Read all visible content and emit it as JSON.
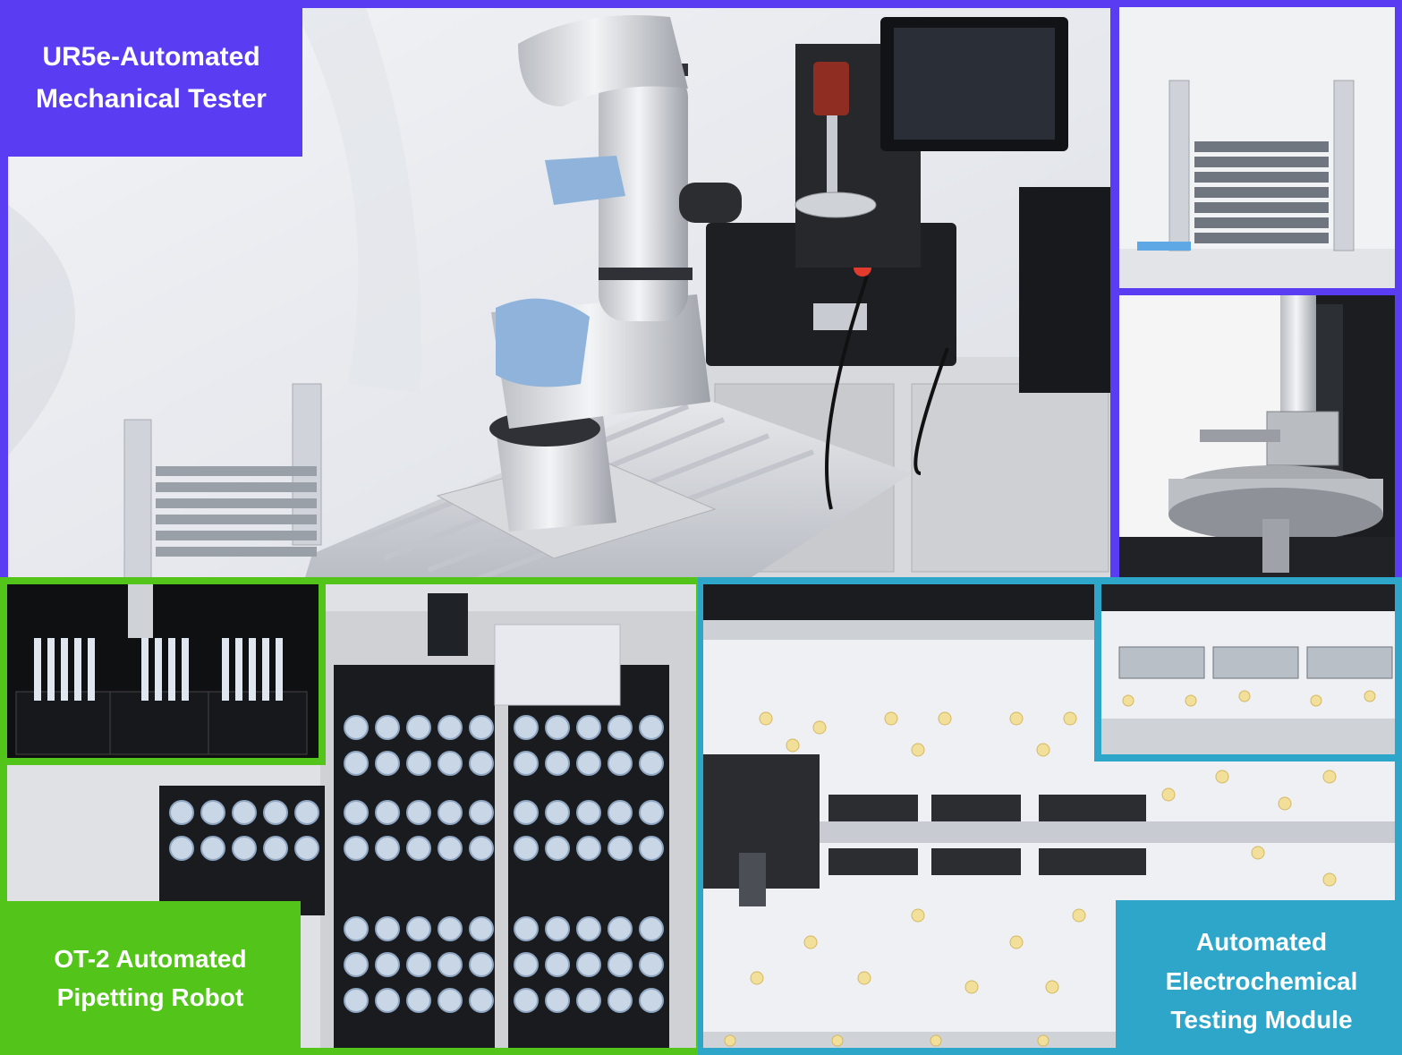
{
  "colors": {
    "mechanical_frame": "#5a3cf2",
    "pipetting_frame": "#52c41a",
    "electrochemical_frame": "#2ea6c9"
  },
  "labels": {
    "mechanical": {
      "line1": "UR5e-Automated",
      "line2": "Mechanical Tester"
    },
    "pipetting": {
      "line1": "OT-2 Automated",
      "line2": "Pipetting Robot"
    },
    "electrochemical": {
      "line1": "Automated",
      "line2": "Electrochemical",
      "line3": "Testing Module"
    }
  }
}
